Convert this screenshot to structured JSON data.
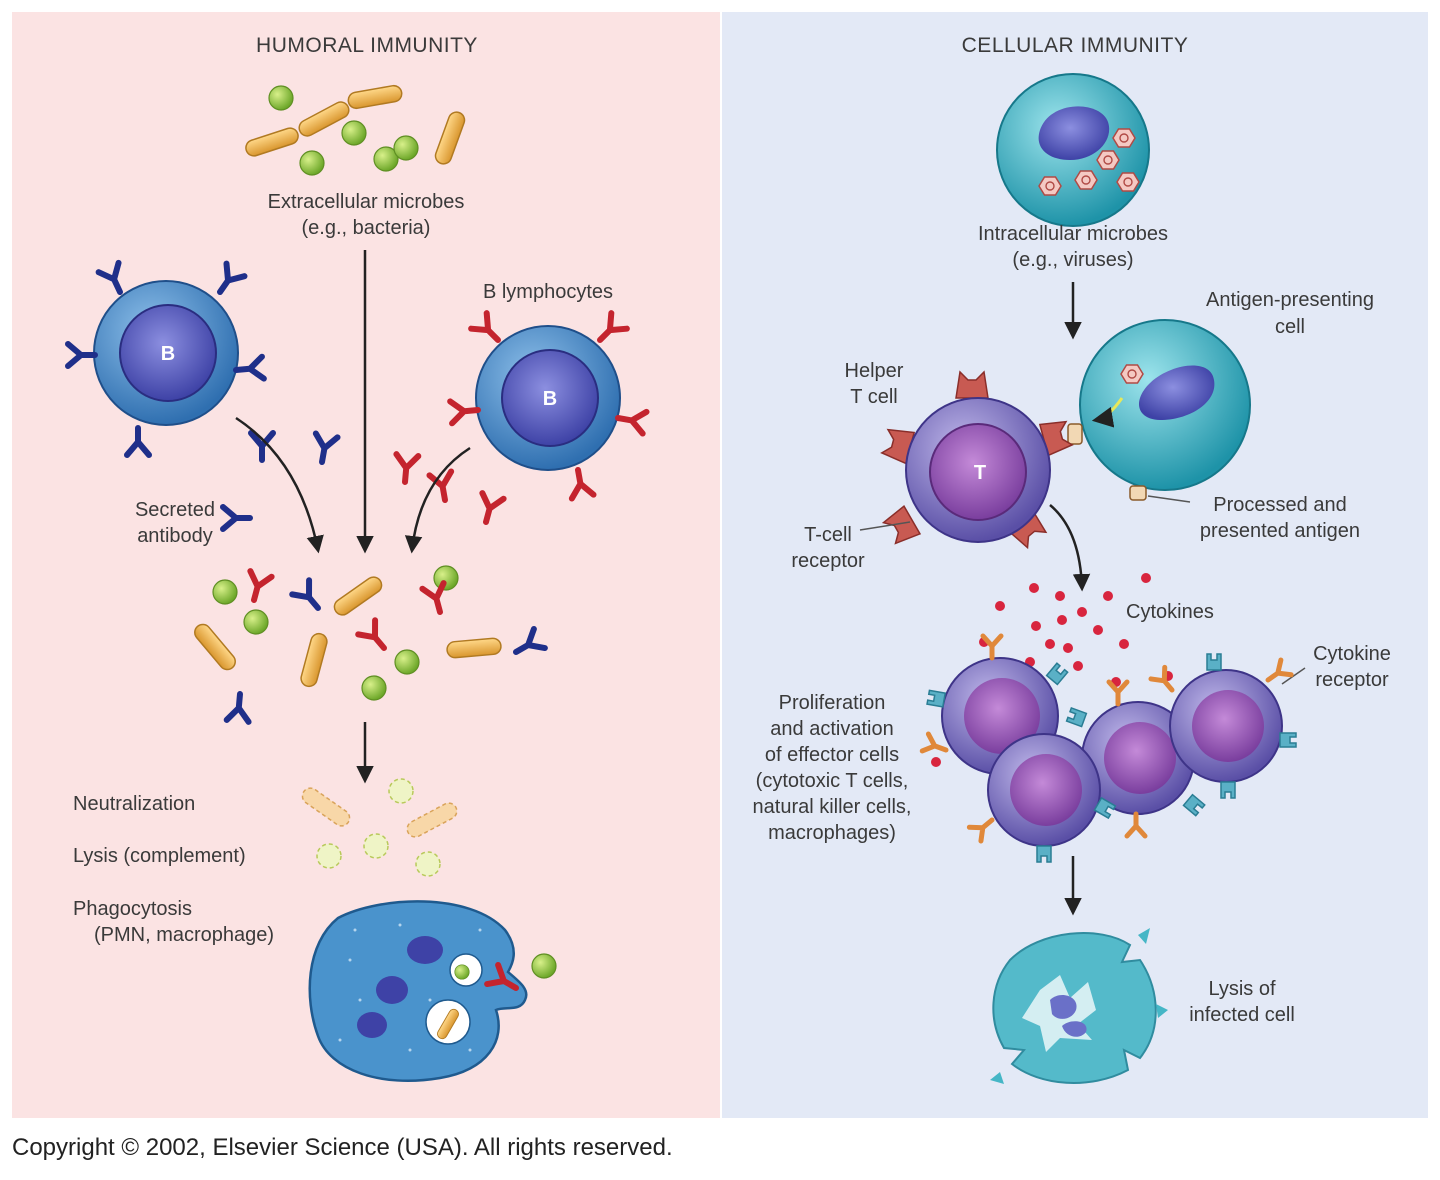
{
  "humoral": {
    "title": "HUMORAL IMMUNITY",
    "extracellular": [
      "Extracellular microbes",
      "(e.g., bacteria)"
    ],
    "b_lymphocytes": "B lymphocytes",
    "b_letter": "B",
    "secreted_antibody": [
      "Secreted",
      "antibody"
    ],
    "neutralization": "Neutralization",
    "lysis": "Lysis (complement)",
    "phagocytosis": [
      "Phagocytosis",
      "(PMN, macrophage)"
    ]
  },
  "cellular": {
    "title": "CELLULAR IMMUNITY",
    "intracellular": [
      "Intracellular microbes",
      "(e.g., viruses)"
    ],
    "apc": [
      "Antigen-presenting",
      "cell"
    ],
    "helper": [
      "Helper",
      "T cell"
    ],
    "t_letter": "T",
    "processed": [
      "Processed and",
      "presented antigen"
    ],
    "tcr": [
      "T-cell",
      "receptor"
    ],
    "cytokines": "Cytokines",
    "cytokine_receptor": [
      "Cytokine",
      "receptor"
    ],
    "proliferation": [
      "Proliferation",
      "and activation",
      "of effector cells",
      "(cytotoxic T cells,",
      "natural killer cells,",
      "macrophages)"
    ],
    "lysis_infected": [
      "Lysis of",
      "infected cell"
    ]
  },
  "copyright": "Copyright © 2002, Elsevier Science (USA). All rights reserved.",
  "colors": {
    "humoral_bg": "#fbe3e3",
    "cellular_bg": "#e3e9f6",
    "b_cell": "#4a8ac8",
    "antibody_blue": "#1f2f8a",
    "antibody_red": "#c4242e",
    "bacteria": "#e9b24a",
    "microbe_green": "#9bcc3a",
    "t_cell": "#8a80c8",
    "apc": "#3aaec0",
    "cytokine": "#d8253e",
    "receptor_orange": "#e0883a"
  }
}
